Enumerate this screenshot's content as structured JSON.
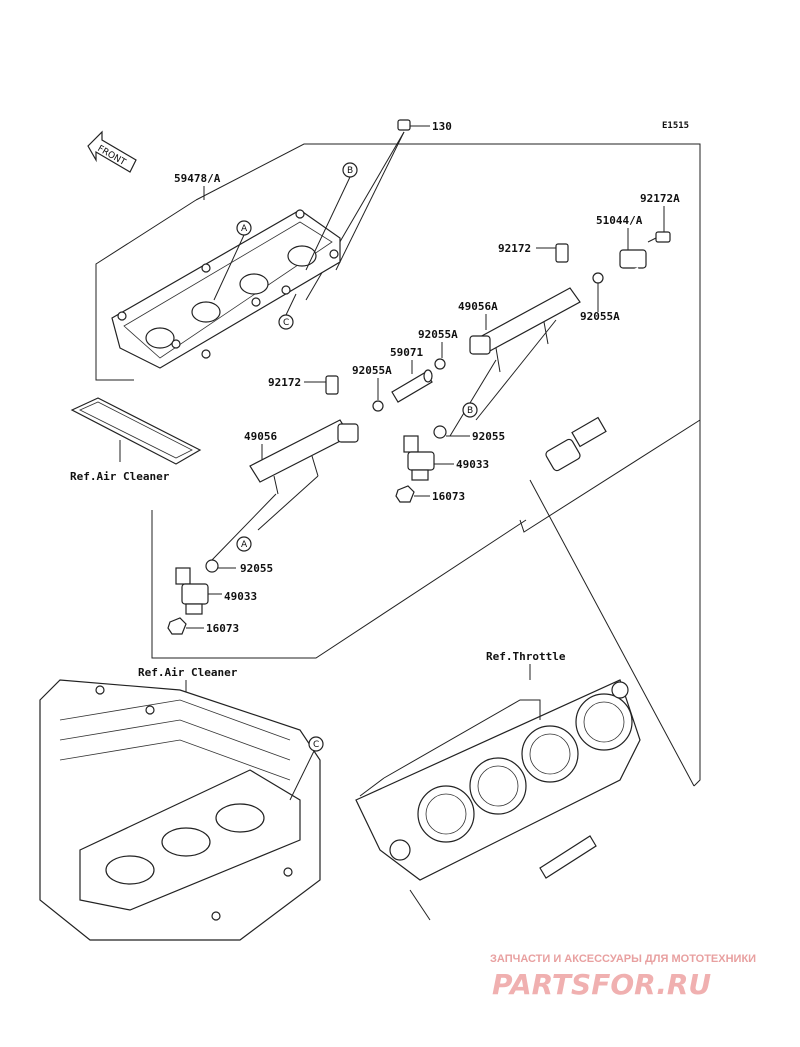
{
  "diagram_code": "E1515",
  "front_arrow_label": "FRONT",
  "parts": {
    "bolt_130": "130",
    "cover": "59478/A",
    "plug_92172_right": "92172A",
    "hose_51044": "51044/A",
    "plug_92172_mid": "92172",
    "pipe_49056A": "49056A",
    "oring_92055A_right": "92055A",
    "oring_92055A_upper": "92055A",
    "joint_59071": "59071",
    "oring_92055A_lower": "92055A",
    "plug_92172_left": "92172",
    "pipe_49056": "49056",
    "oring_92055_right": "92055",
    "injector_49033_right": "49033",
    "bolt_16073_right": "16073",
    "oring_92055_left": "92055",
    "injector_49033_left": "49033",
    "bolt_16073_left": "16073"
  },
  "references": {
    "air_cleaner_top": "Ref.Air Cleaner",
    "air_cleaner_bottom": "Ref.Air Cleaner",
    "throttle": "Ref.Throttle"
  },
  "callouts": [
    "A",
    "B",
    "C",
    "A",
    "B",
    "C"
  ],
  "watermark": {
    "subtitle": "ЗАПЧАСТИ И АКСЕССУАРЫ ДЛЯ МОТОТЕХНИКИ",
    "brand": "PARTSFOR.RU"
  }
}
